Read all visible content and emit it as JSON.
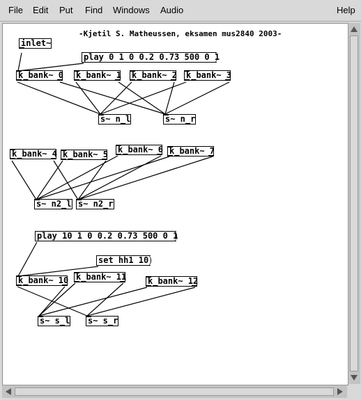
{
  "menu": {
    "file": "File",
    "edit": "Edit",
    "put": "Put",
    "find": "Find",
    "windows": "Windows",
    "audio": "Audio",
    "help": "Help"
  },
  "patch": {
    "comment": "-Kjetil S. Matheussen, eksamen mus2840 2003-",
    "inlet": "inlet~",
    "play1": "play 0 1 0 0.2 0.73 500 0 1",
    "kb0": "k_bank~ 0",
    "kb1": "k_bank~ 1",
    "kb2": "k_bank~ 2",
    "kb3": "k_bank~ 3",
    "snl": "s~ n_l",
    "snr": "s~ n_r",
    "kb4": "k_bank~ 4",
    "kb5": "k_bank~ 5",
    "kb6": "k_bank~ 6",
    "kb7": "k_bank~ 7",
    "sn2l": "s~ n2_l",
    "sn2r": "s~ n2_r",
    "play2": "play 10 1 0 0.2 0.73 500 0 1",
    "sethh": "set hh1 10",
    "kb10": "k_bank~ 10",
    "kb11": "k_bank~ 11",
    "kb12": "k_bank~ 12",
    "ssl": "s~ s_l",
    "ssr": "s~ s_r"
  }
}
